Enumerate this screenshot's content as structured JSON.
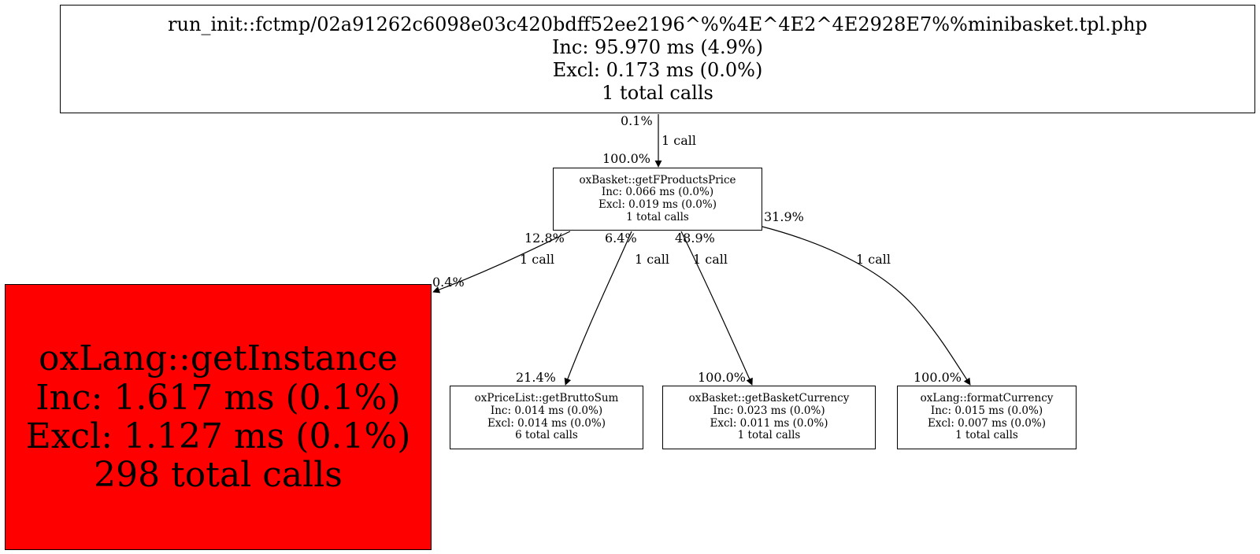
{
  "nodes": {
    "root": {
      "name": "run_init::fctmp/02a91262c6098e03c420bdff52ee2196^%%4E^4E2^4E2928E7%%minibasket.tpl.php",
      "inc": "Inc: 95.970 ms (4.9%)",
      "excl": "Excl: 0.173 ms (0.0%)",
      "calls": "1 total calls"
    },
    "get_f_products_price": {
      "name": "oxBasket::getFProductsPrice",
      "inc": "Inc: 0.066 ms (0.0%)",
      "excl": "Excl: 0.019 ms (0.0%)",
      "calls": "1 total calls"
    },
    "get_instance": {
      "name": "oxLang::getInstance",
      "inc": "Inc: 1.617 ms (0.1%)",
      "excl": "Excl: 1.127 ms (0.1%)",
      "calls": "298 total calls",
      "color": "#ff0000"
    },
    "get_brutto_sum": {
      "name": "oxPriceList::getBruttoSum",
      "inc": "Inc: 0.014 ms (0.0%)",
      "excl": "Excl: 0.014 ms (0.0%)",
      "calls": "6 total calls"
    },
    "get_basket_currency": {
      "name": "oxBasket::getBasketCurrency",
      "inc": "Inc: 0.023 ms (0.0%)",
      "excl": "Excl: 0.011 ms (0.0%)",
      "calls": "1 total calls"
    },
    "format_currency": {
      "name": "oxLang::formatCurrency",
      "inc": "Inc: 0.015 ms (0.0%)",
      "excl": "Excl: 0.007 ms (0.0%)",
      "calls": "1 total calls"
    }
  },
  "edges": {
    "root_to_main": {
      "from_pct": "0.1%",
      "calls": "1 call",
      "to_pct": "100.0%"
    },
    "main_to_instance": {
      "from_pct": "12.8%",
      "calls": "1 call",
      "to_pct": "0.4%"
    },
    "main_to_brutto": {
      "from_pct": "6.4%",
      "calls": "1 call",
      "to_pct": "21.4%"
    },
    "main_to_currency": {
      "from_pct": "48.9%",
      "calls": "1 call",
      "to_pct": "100.0%"
    },
    "main_to_format": {
      "from_pct": "31.9%",
      "calls": "1 call",
      "to_pct": "100.0%"
    }
  }
}
